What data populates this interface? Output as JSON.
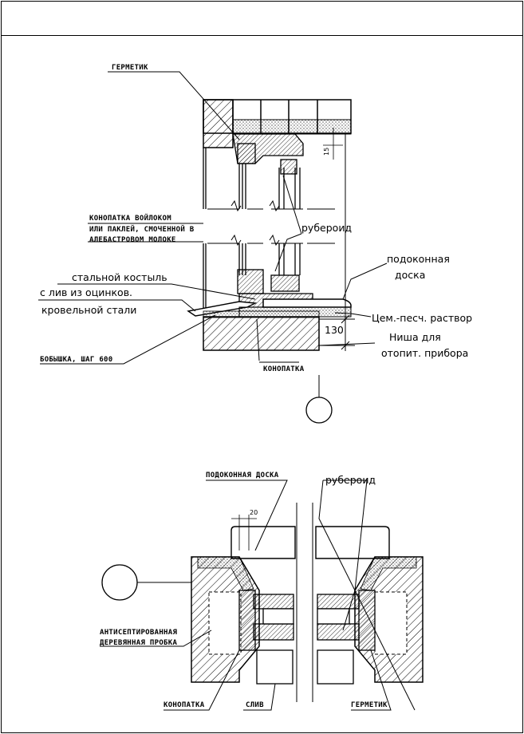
{
  "labels": {
    "germetik_top": "ГЕРМЕТИК",
    "konopatka_line1": "КОНОПАТКА ВОЙЛОКОМ",
    "konopatka_line2": "ИЛИ ПАКЛЕЙ, СМОЧЕННОЙ В",
    "konopatka_line3": "АЛЕБАСТРОВОМ МОЛОКЕ",
    "ruberoid_top": "рубероид",
    "podokonnaya_1": "подоконная",
    "podokonnaya_2": "доска",
    "kostyl": "стальной костыль",
    "sliv_1": "с лив из оцинков.",
    "sliv_2": "кровельной стали",
    "cem": "Цем.-песч. раствор",
    "dim_130": "130",
    "nisha_1": "Ниша для",
    "nisha_2": "отопит. прибора",
    "bobyshka": "БОБЫШКА, ШАГ 600",
    "konopatka_mid": "КОНОПАТКА",
    "dim_15": "15",
    "podokonnaya_doska_bottom": "ПОДОКОННАЯ ДОСКА",
    "ruberoid_bottom": "рубероид",
    "dim_20": "20",
    "antisept_1": "АНТИСЕПТИРОВАННАЯ",
    "antisept_2": "ДЕРЕВЯННАЯ ПРОБКА",
    "konopatka_bottom": "КОНОПАТКА",
    "sliv_bottom": "СЛИВ",
    "germetik_bottom": "ГЕРМЕТИК"
  }
}
